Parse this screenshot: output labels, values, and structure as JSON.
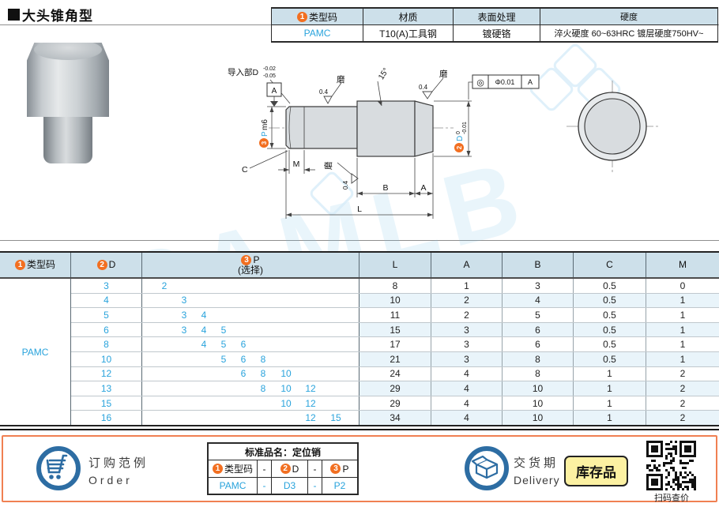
{
  "title": "大头锥角型",
  "spec_table": {
    "h1_num": "1",
    "h1": "类型码",
    "h2": "材质",
    "h3": "表面处理",
    "h4": "硬度",
    "v1": "PAMC",
    "v2": "T10(A)工具钢",
    "v3": "镀硬铬",
    "v4": "淬火硬度 60~63HRC 镀层硬度750HV~"
  },
  "drawing": {
    "lead_in": "导入部D",
    "lead_in_tol_top": "-0.02",
    "lead_in_tol_bot": "-0.05",
    "datum": "A",
    "roughness": "0.4",
    "grind": "磨",
    "angle": "15°",
    "p_num": "3",
    "p_label": "P",
    "p_fit": "m6",
    "d_num": "2",
    "d_label": "D",
    "d_tol_top": "0",
    "d_tol_bot": "-0.01",
    "concentricity_symbol": "◎",
    "concentricity_value": "Φ0.01",
    "concentricity_datum": "A",
    "dim_c": "C",
    "dim_m": "M",
    "dim_b": "B",
    "dim_a": "A",
    "dim_l": "L"
  },
  "watermark": "SAMLB",
  "main_table": {
    "header": {
      "num1": "1",
      "type": "类型码",
      "num2": "2",
      "d": "D",
      "num3": "3",
      "p": "P",
      "p_sub": "(选择)",
      "l": "L",
      "a": "A",
      "b": "B",
      "c": "C",
      "m": "M"
    },
    "type_code": "PAMC",
    "p_slots": [
      2,
      3,
      4,
      5,
      6,
      8,
      10,
      12,
      15
    ],
    "rows": [
      {
        "d": 3,
        "p": [
          2
        ],
        "l": 8,
        "a": 1,
        "b": 3,
        "c": 0.5,
        "m": 0
      },
      {
        "d": 4,
        "p": [
          3
        ],
        "l": 10,
        "a": 2,
        "b": 4,
        "c": 0.5,
        "m": 1
      },
      {
        "d": 5,
        "p": [
          3,
          4
        ],
        "l": 11,
        "a": 2,
        "b": 5,
        "c": 0.5,
        "m": 1
      },
      {
        "d": 6,
        "p": [
          3,
          4,
          5
        ],
        "l": 15,
        "a": 3,
        "b": 6,
        "c": 0.5,
        "m": 1
      },
      {
        "d": 8,
        "p": [
          4,
          5,
          6
        ],
        "l": 17,
        "a": 3,
        "b": 6,
        "c": 0.5,
        "m": 1
      },
      {
        "d": 10,
        "p": [
          5,
          6,
          8
        ],
        "l": 21,
        "a": 3,
        "b": 8,
        "c": 0.5,
        "m": 1
      },
      {
        "d": 12,
        "p": [
          6,
          8,
          10
        ],
        "l": 24,
        "a": 4,
        "b": 8,
        "c": 1,
        "m": 2
      },
      {
        "d": 13,
        "p": [
          8,
          10,
          12
        ],
        "l": 29,
        "a": 4,
        "b": 10,
        "c": 1,
        "m": 2
      },
      {
        "d": 15,
        "p": [
          10,
          12
        ],
        "l": 29,
        "a": 4,
        "b": 10,
        "c": 1,
        "m": 2
      },
      {
        "d": 16,
        "p": [
          12,
          15
        ],
        "l": 34,
        "a": 4,
        "b": 10,
        "c": 1,
        "m": 2
      }
    ]
  },
  "order": {
    "label_cn": "订购范例",
    "label_en": "Order",
    "table_title": "标准品名：定位销",
    "h1_num": "1",
    "h1": "类型码",
    "dash": "-",
    "h2_num": "2",
    "h2": "D",
    "h3_num": "3",
    "h3": "P",
    "v1": "PAMC",
    "v2": "D3",
    "v3": "P2"
  },
  "delivery": {
    "label_cn": "交货期",
    "label_en": "Delivery",
    "badge": "库存品",
    "qr_caption": "扫码查价"
  }
}
